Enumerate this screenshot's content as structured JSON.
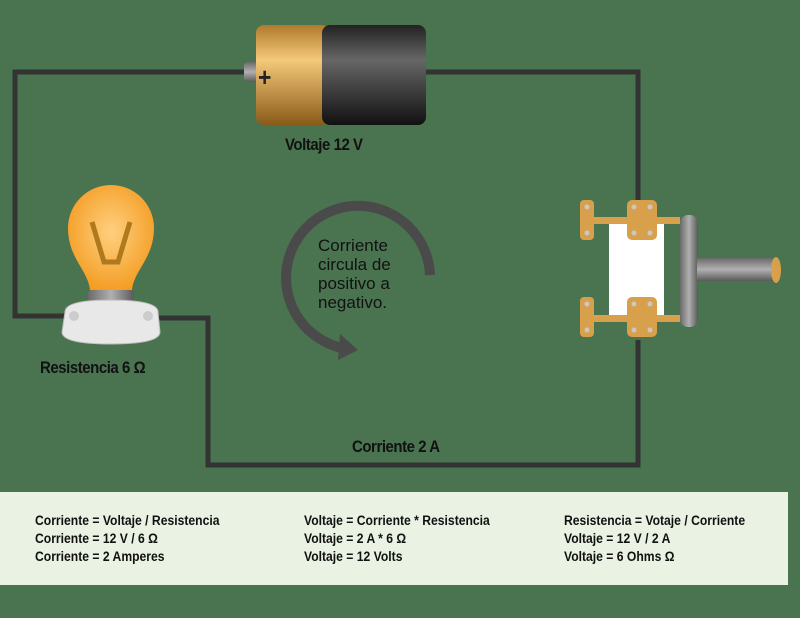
{
  "battery": {
    "label": "Voltaje 12 V",
    "symbol": "+"
  },
  "bulb": {
    "label": "Resistencia 6 Ω"
  },
  "current": {
    "label": "Corriente 2 A"
  },
  "flow_note": [
    "Corriente",
    "circula de",
    "positivo a",
    "negativo."
  ],
  "formulas": [
    {
      "lines": [
        "Corriente = Voltaje / Resistencia",
        "Corriente = 12 V / 6 Ω",
        "Corriente = 2 Amperes"
      ]
    },
    {
      "lines": [
        "Voltaje = Corriente * Resistencia",
        "Voltaje = 2 A * 6 Ω",
        "Voltaje = 12 Volts"
      ]
    },
    {
      "lines": [
        "Resistencia = Votaje / Corriente",
        "Voltaje = 12 V / 2 A",
        "Voltaje = 6 Ohms Ω"
      ]
    }
  ],
  "colors": {
    "background": "#4a7350",
    "wire": "#333333",
    "panel": "#e9f2e3"
  }
}
